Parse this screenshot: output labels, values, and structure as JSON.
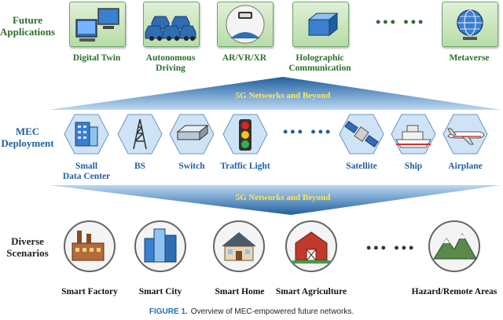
{
  "rows": {
    "applications": "Future\nApplications",
    "mec": "MEC\nDeployment",
    "scenarios": "Diverse\nScenarios"
  },
  "applications": [
    {
      "label": "Digital Twin",
      "icon": "computer-icon"
    },
    {
      "label": "Autonomous\nDriving",
      "icon": "cars-icon"
    },
    {
      "label": "AR/VR/XR",
      "icon": "vr-headset-icon"
    },
    {
      "label": "Holographic\nCommunication",
      "icon": "hologram-cube-icon"
    },
    {
      "label": "Metaverse",
      "icon": "globe-icon"
    }
  ],
  "banners": {
    "top": "5G Networks and Beyond",
    "bottom": "5G Networks and Beyond"
  },
  "mec_nodes": [
    {
      "label": "Small\nData Center",
      "icon": "data-center-icon"
    },
    {
      "label": "BS",
      "icon": "base-station-tower-icon"
    },
    {
      "label": "Switch",
      "icon": "network-switch-icon"
    },
    {
      "label": "Traffic Light",
      "icon": "traffic-light-icon"
    },
    {
      "label": "Satellite",
      "icon": "satellite-icon"
    },
    {
      "label": "Ship",
      "icon": "ship-icon"
    },
    {
      "label": "Airplane",
      "icon": "airplane-icon"
    }
  ],
  "scenarios": [
    {
      "label": "Smart Factory",
      "icon": "factory-icon"
    },
    {
      "label": "Smart City",
      "icon": "city-buildings-icon"
    },
    {
      "label": "Smart Home",
      "icon": "house-icon"
    },
    {
      "label": "Smart Agriculture",
      "icon": "barn-icon"
    },
    {
      "label": "Hazard/Remote Areas",
      "icon": "mountains-icon"
    }
  ],
  "ellipsis": "••• •••",
  "caption": {
    "figure": "FIGURE 1.",
    "text": "Overview of MEC-empowered future networks."
  },
  "colors": {
    "green_label": "#2d6e2d",
    "blue_label": "#1f5f9e",
    "banner_text": "#ffe94d",
    "banner_fill": "#2f6db4",
    "caption_figure": "#1f6fb5"
  }
}
